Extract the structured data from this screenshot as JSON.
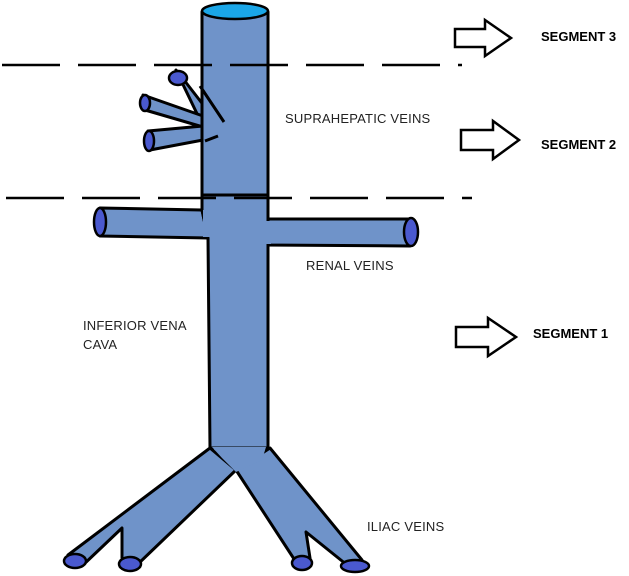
{
  "labels": {
    "suprahepatic": "SUPRAHEPATIC VEINS",
    "renal": "RENAL VEINS",
    "ivc_line1": "INFERIOR VENA",
    "ivc_line2": "CAVA",
    "iliac": "ILIAC VEINS"
  },
  "segments": {
    "segment3": "SEGMENT 3",
    "segment2": "SEGMENT 2",
    "segment1": "SEGMENT 1"
  },
  "colors": {
    "vein_fill": "#6f93c9",
    "vein_end": "#4a59cf",
    "top_opening": "#1aa6e8",
    "outline": "#000000",
    "arrow_fill": "#ffffff"
  }
}
